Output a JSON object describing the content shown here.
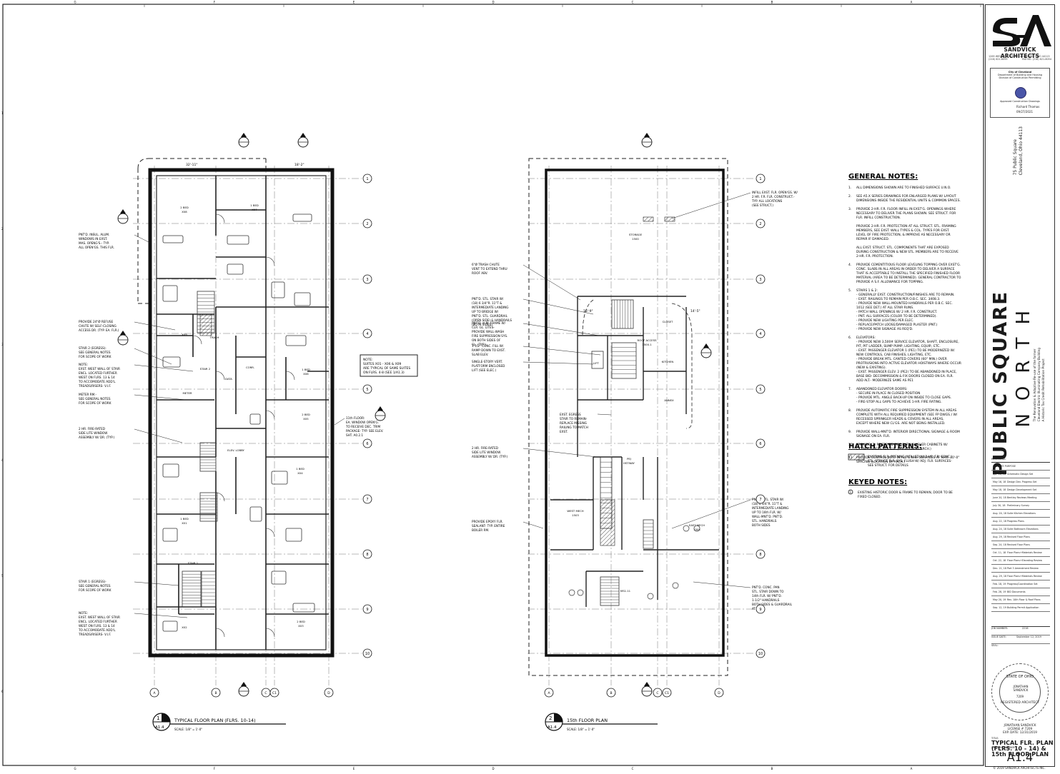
{
  "sheet": {
    "grid_letters": [
      "G",
      "F",
      "E",
      "D",
      "C",
      "B",
      "A"
    ],
    "grid_numbers": [
      "1",
      "2",
      "3",
      "4",
      "5",
      "6"
    ],
    "copyright": "© 2019 SANDVICK ARCHITECTS INC."
  },
  "title_block": {
    "firm_name": "SANDVICK ARCHITECTS",
    "firm_address_1": "1265 WEST 6TH STREET CLEVELAND, OHIO 44113",
    "firm_address_2": "(216) 621-8055",
    "firm_fax": "FAX NO. (216) 621-8054",
    "approval_city": "City of Cleveland",
    "approval_dept": "Department of Building and Housing",
    "approval_div": "Division of Construction Permitting",
    "approval_caption": "Approved Construction Drawings",
    "reviewer": "Richard Thomas",
    "approval_date": "09/27/2021",
    "project_address_1": "75 Public Square",
    "project_address_2": "Cleveland, Ohio 44113",
    "project_name": "PUBLIC SQUARE",
    "project_name_2": "NORTH",
    "project_desc_1": "The Renovation & Adaptive Re-use of the former",
    "project_desc_2": "Cleveland Electric Illuminating Company Building",
    "project_desc_3": "A Historic Tax Credit Rehabilitation Project",
    "revisions_label": "REVISIONS:",
    "revisions_cols": "NO.   DATE       PURPOSE",
    "revisions": [
      {
        "date": "Apr. 16, 18",
        "purpose": "Schematic Design Set"
      },
      {
        "date": "May 16, 18",
        "purpose": "Design Dev. Progress Set"
      },
      {
        "date": "May 18, 18",
        "purpose": "Design Development Set"
      },
      {
        "date": "June 20, 18",
        "purpose": "Bentley Reviews Meeting"
      },
      {
        "date": "July 30, 18",
        "purpose": "Preliminary Survey"
      },
      {
        "date": "Aug. 20, 18",
        "purpose": "Suite Kitchen Elevations"
      },
      {
        "date": "Aug. 22, 18",
        "purpose": "Progress Plans"
      },
      {
        "date": "Aug. 24, 18",
        "purpose": "Suite Bathroom Elevations"
      },
      {
        "date": "Aug. 29, 18",
        "purpose": "Revised Floor Plans"
      },
      {
        "date": "Sep. 24, 18",
        "purpose": "Revised Floor Plans"
      },
      {
        "date": "Oct. 11, 18",
        "purpose": "Floor Plans+Materials Review"
      },
      {
        "date": "Oct. 22, 18",
        "purpose": "Floor Plans+Elevating Review"
      },
      {
        "date": "Dec. 21, 18",
        "purpose": "Part 3 Amendment Review"
      },
      {
        "date": "Aug. 29, 18",
        "purpose": "Floor Plans+Materials Review"
      },
      {
        "date": "Feb. 18, 19",
        "purpose": "Progress/Coordination Set"
      },
      {
        "date": "Feb. 28, 19",
        "purpose": "BID Documents"
      },
      {
        "date": "May 20, 19",
        "purpose": "Rev. 10th Floor & Roof Plans"
      },
      {
        "date": "Sep. 12, 19",
        "purpose": "Building Permit Application"
      }
    ],
    "job_number_label": "JOB NUMBER:",
    "job_number": "2216",
    "issue_date_label": "ISSUE DATE:",
    "issue_date": "September 12, 2019",
    "seal_label": "SEAL:",
    "seal_top": "STATE OF OHIO",
    "seal_name": "JONATHAN SANDVICK",
    "seal_number": "7209",
    "seal_bottom": "REGISTERED ARCHITECT",
    "licensee": "JONATHAN SANDVICK",
    "license_no": "LICENSE # 7209",
    "license_exp": "EXP. DATE: 12/31/2019",
    "title_label": "TITLE:",
    "sheet_title_1": "TYPICAL FLR. PLAN",
    "sheet_title_2": "(FLRS. 10 - 14) &",
    "sheet_title_3": "15th FLOOR PLAN",
    "drawing_number_label": "DRAWING NUMBER:",
    "drawing_number": "A1.4"
  },
  "drawing_1": {
    "number": "1",
    "sheet": "A1.4",
    "title": "TYPICAL FLOOR PLAN (FLRS. 10-14)",
    "scale": "SCALE:  1/8\" = 1'-0\"",
    "col_labels": [
      "A",
      "B",
      "C",
      "C1",
      "D"
    ],
    "row_labels": [
      "1",
      "2",
      "3",
      "4",
      "5",
      "6",
      "7",
      "8",
      "9",
      "10"
    ],
    "dims": [
      "32'-11\"",
      "18'-2\""
    ],
    "rooms": [
      "2 BED",
      "X08",
      "1 BED",
      "X07",
      "X09",
      "1 BED",
      "X06",
      "2 BED",
      "X05",
      "CORR.",
      "STAIR 2",
      "DATA",
      "METER",
      "ELEV. LOBBY",
      "1 BED",
      "X01",
      "1 BED",
      "X04",
      "STAIR 1",
      "X02",
      "2 BED",
      "X03",
      "TRASH"
    ],
    "notes": [
      {
        "id": "n1",
        "text": [
          "PNT'D. INSUL. ALUM.",
          "WINDOWS IN EXST.",
          "MAS. OPENG'S.- TYP.",
          "ALL OPEN'GS. THIS FLR."
        ]
      },
      {
        "id": "n2",
        "text": [
          "PROVIDE 24\"Ø REFUSE",
          "CHUTE W/ SELF-CLOSING",
          "ACCESS DR. (TYP. EA. FLR.)"
        ]
      },
      {
        "id": "n3",
        "text": [
          "STAIR 2 (EGRESS)-",
          "SEE GENERAL NOTES",
          "FOR SCOPE OF WORK"
        ]
      },
      {
        "id": "n4",
        "text": [
          "NOTE:",
          "EXST. WEST WALL OF STAIR",
          "ENCL. LOCATED FURTHER",
          "WEST ON FLRS. 13 & 14",
          "TO ACCOMODATE ADD'L.",
          "TREADS/RISERS- V.I.F."
        ]
      },
      {
        "id": "n5",
        "text": [
          "METER RM.-",
          "SEE GENERAL NOTES",
          "FOR SCOPE OF WORK"
        ]
      },
      {
        "id": "n6",
        "text": [
          "2 HR. FIRE-RATED",
          "SIDE LITE WINDOW",
          "ASSEMBLY W/ DR. (TYP.)"
        ]
      },
      {
        "id": "n7",
        "text": [
          "STAIR 1 (EGRESS)-",
          "SEE GENERAL NOTES",
          "FOR SCOPE OF WORK"
        ]
      },
      {
        "id": "n8",
        "text": [
          "NOTE:",
          "EXST. WEST WALL OF STAIR",
          "ENCL. LOCATED FURTHER",
          "WEST ON FLRS. 13 & 14",
          "TO ACCOMODATE ADD'L.",
          "TREADS/RISERS- V.I.F."
        ]
      },
      {
        "id": "n9",
        "text": [
          "11th FLOOR:",
          "EA. WINDOW OPEN'G.",
          "TO RECEIVE DEC. TRIM",
          "PACKAGE- TYP. SEE ELEV.",
          "SHT. A0.2.1"
        ]
      }
    ],
    "boxed_note": [
      "NOTE:",
      "SUITES X01 - X06 & X09",
      "ARE TYPICAL OF SAME SUITES",
      "ON FLRS. 4-8 (SEE 1/A1.3)"
    ]
  },
  "drawing_2": {
    "number": "2",
    "sheet": "A1.4",
    "title": "15th FLOOR PLAN",
    "scale": "SCALE:  1/8\" = 1'-0\"",
    "col_labels": [
      "A",
      "B",
      "C",
      "C1",
      "D"
    ],
    "row_labels": [
      "1",
      "2",
      "3",
      "4",
      "5",
      "6",
      "7",
      "8",
      "9",
      "10"
    ],
    "dims": [
      "16'-9\"",
      "14'-5\""
    ],
    "rooms": [
      "STORAGE",
      "1500",
      "ROOF ACCESS",
      "1500.1",
      "LIFT",
      "CLOSET",
      "KITCHEN",
      "ANNEX",
      "PEJ",
      "HSTWAY",
      "WEST MECH",
      "1503",
      "EAST MECH",
      "1504",
      "MS1.11"
    ],
    "notes": [
      {
        "id": "m1",
        "text": [
          "6\"Ø TRASH CHUTE",
          "VENT TO EXTEND THRU",
          "ROOF ABV."
        ]
      },
      {
        "id": "m2",
        "text": [
          "PNT'D. STL. STAIR W/",
          "(18) 6 3/4\"R. 11\"T &",
          "INTERMEDIATE LANDING",
          "UP TO BRIDGE W/",
          "PNT'D. STL. GUARDRAIL",
          "(OPEN SIDE) & HANDRAILS",
          "(BOTH SIDES)"
        ]
      },
      {
        "id": "m3",
        "text": [
          "PNT'D. H.M. FRAME W/",
          "CLR. GL. LITES-",
          "PROVIDE WALL-WASH",
          "FIRE SUPPRESSION SYS.",
          "ON BOTH SIDES OF",
          "GL. (TYP.)"
        ]
      },
      {
        "id": "m4",
        "text": [
          "1-1/2\" CONC. FILL W/",
          "RAMP DOWN TO EXST.",
          "SLAB ELEV."
        ]
      },
      {
        "id": "m5",
        "text": [
          "SINGLE-STORY VERT.",
          "PLATFORM ENCLOSED",
          "LIFT (SEE ELEC.)"
        ]
      },
      {
        "id": "m6",
        "text": [
          "EXST. EGRESS",
          "STAIR TO REMAIN-",
          "REPLACE MISSING",
          "RAILING TO MATCH",
          "EXST."
        ]
      },
      {
        "id": "m7",
        "text": [
          "2 HR. FIRE-RATED",
          "SIDE LITE WINDOW",
          "ASSEMBLY W/ DR. (TYP.)"
        ]
      },
      {
        "id": "m8",
        "text": [
          "PROVIDE EPOXY FLR.",
          "SEALANT- TYP. ENTIRE",
          "BOILER RM."
        ]
      },
      {
        "id": "m9",
        "text": [
          "INFILL EXST. FLR. OPEN'GS. W/",
          "2 HR. F.R. FLR. CONSTRUCT.-",
          "TYP. ALL LOCATIONS",
          "(SEE STRUCT.)"
        ]
      },
      {
        "id": "m10",
        "text": [
          "PNT'D. STL. STAIR W/",
          "(18) 6 3/4\"R. 11\"T &",
          "INTERMEDIATE LANDING",
          "UP TO 16th FLR. W/",
          "WALL-MNT'D. PNT'D.",
          "STL. HANDRAILS",
          "BOTH SIDES"
        ]
      },
      {
        "id": "m11",
        "text": [
          "PNT'D. CONC. PAN",
          "STL. STAIR DOWN TO",
          "14th FLR. W/ PNT'D.",
          "1-1/2\" HANDRAILS",
          "BOTH SIDES & GUARDRAIL",
          "AT TOP"
        ]
      }
    ]
  },
  "general_notes": {
    "heading": "GENERAL NOTES:",
    "items": [
      [
        "1.",
        "ALL DIMENSIONS SHOWN ARE TO FINISHED SURFACE U.N.O."
      ],
      [
        "2.",
        "SEE A5.X SERIES DRAWINGS FOR ENLARGED PLANS W/ LAYOUT",
        "DIMENSIONS INSIDE THE RESIDENTIAL UNITS & COMMON SPACES."
      ],
      [
        "3.",
        "PROVIDE 2-HR. F.R. FLOOR INFILL IN EXST'G. OPENINGS WHERE",
        "NECESSARY TO DELIVER THE PLANS SHOWN. SEE STRUCT. FOR",
        "FLR. INFILL CONSTRUCTION.",
        "",
        "PROVIDE 2-HR. F.R. PROTECTION AT ALL STRUCT. STL. FRAMING",
        "MEMBERS, SEE EXST. WALL TYPES & COL. TYPES FOR EXST.",
        "LEVEL OF FIRE PROTECTION, & IMPROVE AS NECESSARY OR",
        "REPAIR IF DAMAGED.",
        "",
        "ALL EXST. STRUCT. STL. COMPONENTS THAT ARE EXPOSED",
        "DURING CONSTRUCTION & NEW STL. MEMBERS ARE TO RECEIVE",
        "2-HR. F.R. PROTECTION."
      ],
      [
        "4.",
        "PROVIDE CEMENTITIOUS FLOOR LEVELING TOPPING OVER EXST'G.",
        "CONC. SLABS IN ALL AREAS IN ORDER TO DELIVER A SURFACE",
        "THAT IS ACCEPTABLE TO INSTALL THE SPECIFIED FINISHED FLOOR",
        "MATERIAL (AREA TO BE DETERMINED). GENERAL CONTRACTOR TO",
        "PROVIDE A S.F. ALLOWANCE FOR TOPPING."
      ],
      [
        "5.",
        "STAIRS 1 & 2:",
        "- GENERALLY EXST. CONSTRUCTION/FINISHES ARE TO REMAIN.",
        "- EXST. RAILINGS TO REMAIN PER O.B.C. SEC. 3408.3.",
        "- PROVIDE NEW WALL-MOUNTED HANDRAILS PER O.B.C. SEC.",
        "  1012 (SEE DET.) AT ALL STAIR RUNS.",
        "- PATCH WALL OPENINGS W/ 2 HR. F.R. CONSTRUCT.",
        "- PNT. ALL SURFACES (COLOR TO BE DETERMINED).",
        "- PROVIDE NEW LIGHTING PER ELEC.",
        "- REPLACE/PATCH LOOSE/DAMAGED PLASTER (PNT.)",
        "- PROVIDE NEW SIGNAGE AS REQ'D."
      ],
      [
        "6.",
        "ELEVATORS:",
        "- PROVIDE NEW 3,500# SERVICE ELEVATOR, SHAFT, ENCLOSURE,",
        "  PIT, PIT LADDER, SUMP PUMP, LIGHTING, EQUIP., ETC.",
        "- EXST. PASSENGER ELEVATOR 1 (PE1) TO BE MODERNIZED W/",
        "  NEW CONTROLS, CAB FINISHES, LIGHTING, ETC.",
        "- PROVIDE BREAK MTL. CANTED COVERS (60° MIN.) OVER",
        "  PROTRUSIONS INTO ACTIVE ELEVATOR HOISTWAYS WHERE OCCUR",
        "  (NEW & EXISTING).",
        "- EXST. PASSENGER ELEV. 2 (PE2) TO BE ABANDONED IN PLACE,",
        "  BASE BID- DECOMMISSION & FIX DOORS CLOSED ON EA. FLR.",
        "  ADD ALT.- MODERNIZE SAME AS PE1"
      ],
      [
        "7.",
        "ABANDONED ELEVATOR DOORS:",
        "- SECURE IN PLACE IN CLOSED POSITION",
        "- PROVIDE MTL. ANGLE BACK-UP ON INSIDE TO CLOSE GAPS.",
        "- FIRE-STOP ALL GAPS TO ACHIEVE 1-HR. FIRE RATING."
      ],
      [
        "8.",
        "PROVIDE AUTOMATIC FIRE SUPPRESSION SYSTEM IN ALL AREAS",
        "COMPLETE WITH ALL REQUIRED EQUIPMENT (SEE FP DWGS.) W/",
        "RECESSED SPRINKLER HEADS & COVERS IN ALL AREAS,",
        "EXCEPT WHERE NEW CL'GS. ARE NOT BEING INSTALLED."
      ],
      [
        "9.",
        "PROVIDE WALL-MNT'D. INTERIOR DIRECTIONAL SIGNAGE & ROOM",
        "SIGNAGE ON EA. FLR."
      ],
      [
        "10.",
        "PROVIDE (2) RECESSED FIRE EXTINGUISHER CABINETS W/",
        "EXTINGUISHERS PER FLR. (LOCATION BY ARCH.)"
      ],
      [
        "11.",
        "PROVIDE CONTROL JNTS. IN ALL G.W.B. SURFACES AT MAX. 30'-0\"",
        "SPACING (LOCATION BY ARCH.)"
      ]
    ]
  },
  "hatch_patterns": {
    "heading": "HATCH PATTERNS:",
    "text": [
      "EXISTING FLR. OPENING INFILLED W/ 2-HR. F.R. CONC./",
      "STL. STRUCT. FLR. SYS. FLUSH W/ ADJ. FLR. SURFACES-",
      "SEE STRUCT. FOR DETAILS"
    ]
  },
  "keyed_notes": {
    "heading": "KEYED NOTES:",
    "key": "1",
    "text": [
      "EXISTING HISTORIC DOOR & FRAME TO REMAIN, DOOR TO BE",
      "FIXED CLOSED."
    ]
  }
}
